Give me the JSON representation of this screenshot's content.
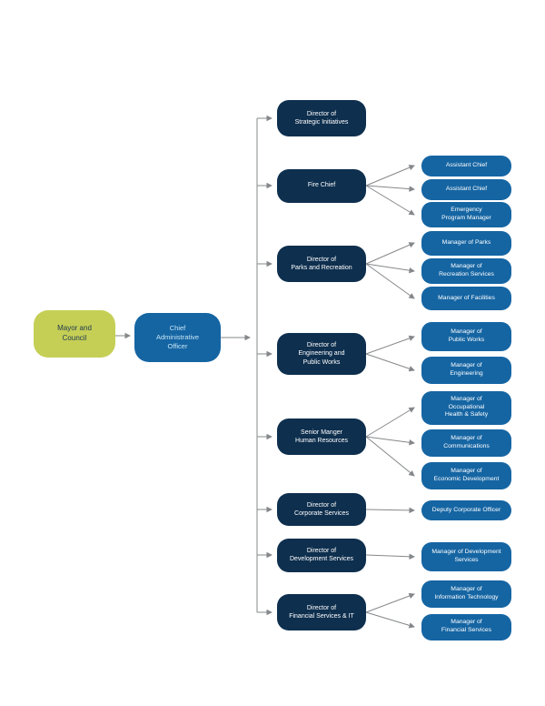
{
  "page": {
    "background": "#ffffff"
  },
  "colors": {
    "root_fill": "#c5cf55",
    "root_text": "#203a52",
    "primary_fill": "#1565a3",
    "primary_text": "#ffffff",
    "executive_text": "#c7e5f5",
    "dark_fill": "#0e2f4e",
    "dark_text": "#ffffff",
    "connector": "#85888a"
  },
  "diagram": {
    "type": "org-chart",
    "root": {
      "label": "Mayor and\nCouncil"
    },
    "executive": {
      "label": "Chief\nAdministrative\nOfficer"
    },
    "branches": [
      {
        "label": "Director of\nStrategic Initiatives",
        "children": []
      },
      {
        "label": "Fire Chief",
        "children": [
          "Assistant Chief",
          "Assistant Chief",
          "Emergency\nProgram Manager"
        ]
      },
      {
        "label": "Director of\nParks and Recreation",
        "children": [
          "Manager of Parks",
          "Manager of\nRecreation Services",
          "Manager of Facilities"
        ]
      },
      {
        "label": "Director of\nEngineering and\nPublic Works",
        "children": [
          "Manager of\nPublic Works",
          "Manager of\nEngineering"
        ]
      },
      {
        "label": "Senior Manger\nHuman Resources",
        "children": [
          "Manager of\nOccupational\nHealth & Safety",
          "Manager of\nCommunications",
          "Manager of\nEconomic Development"
        ]
      },
      {
        "label": "Director of\nCorporate Services",
        "children": [
          "Deputy Corporate Officer"
        ]
      },
      {
        "label": "Director of\nDevelopment Services",
        "children": [
          "Manager of Development\nServices"
        ]
      },
      {
        "label": "Director of\nFinancial Services & IT",
        "children": [
          "Manager of\nInformation Technology",
          "Manager of\nFinancial Services"
        ]
      }
    ]
  }
}
